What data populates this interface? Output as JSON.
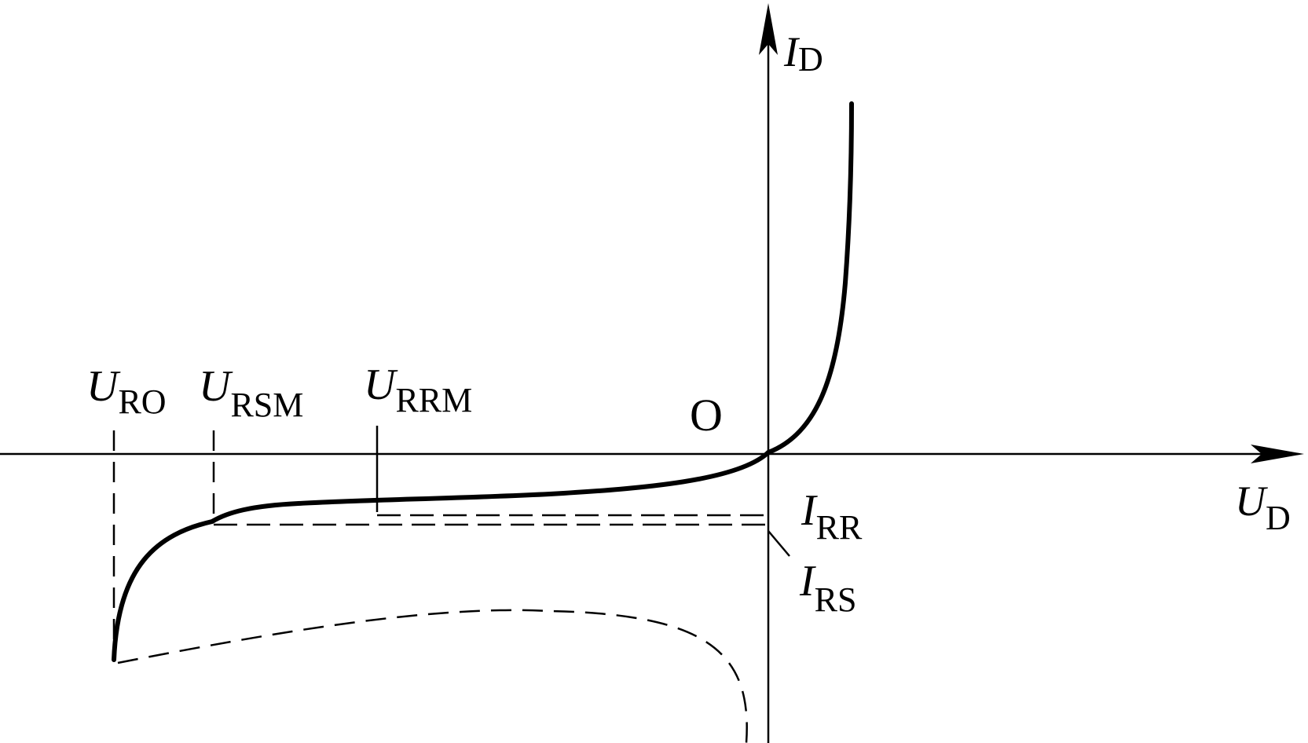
{
  "diagram": {
    "axis_x": {
      "symbol": "U",
      "subscript": "D"
    },
    "axis_y": {
      "symbol": "I",
      "subscript": "D"
    },
    "origin": "O",
    "voltage_labels": [
      {
        "symbol": "U",
        "subscript": "RO"
      },
      {
        "symbol": "U",
        "subscript": "RSM"
      },
      {
        "symbol": "U",
        "subscript": "RRM"
      }
    ],
    "current_labels": [
      {
        "symbol": "I",
        "subscript": "RR"
      },
      {
        "symbol": "I",
        "subscript": "RS"
      }
    ],
    "colors": {
      "line": "#000000",
      "background": "#ffffff"
    }
  }
}
